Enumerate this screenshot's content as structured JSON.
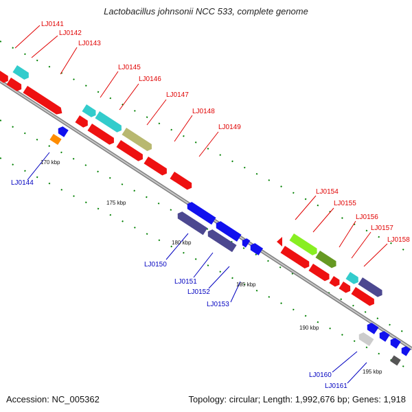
{
  "title": "Lactobacillus johnsonii NCC 533, complete genome",
  "accession": "Accession: NC_005362",
  "summary": "Topology: circular; Length: 1,992,676 bp; Genes: 1,918",
  "tick_labels": [
    "170 kbp",
    "175 kbp",
    "180 kbp",
    "185 kbp",
    "190 kbp",
    "195 kbp"
  ],
  "genes": {
    "forward": [
      "LJ0141",
      "LJ0142",
      "LJ0143",
      "LJ0145",
      "LJ0146",
      "LJ0147",
      "LJ0148",
      "LJ0149",
      "LJ0154",
      "LJ0155",
      "LJ0156",
      "LJ0157",
      "LJ0158"
    ],
    "reverse": [
      "LJ0144",
      "LJ0150",
      "LJ0151",
      "LJ0152",
      "LJ0153",
      "LJ0160",
      "LJ0161"
    ]
  },
  "colors": {
    "forward_label": "#e00000",
    "reverse_label": "#0000c0",
    "cds_forward": "#ee1111",
    "cds_reverse": "#1111ee",
    "cyan": "#33cccc",
    "olive": "#b8b870",
    "purple": "#4c4890",
    "green": "#66bb22",
    "orange": "#ff8c00",
    "grey": "#cccccc",
    "backbone": "#a0a0a0",
    "tick": "#008000"
  }
}
